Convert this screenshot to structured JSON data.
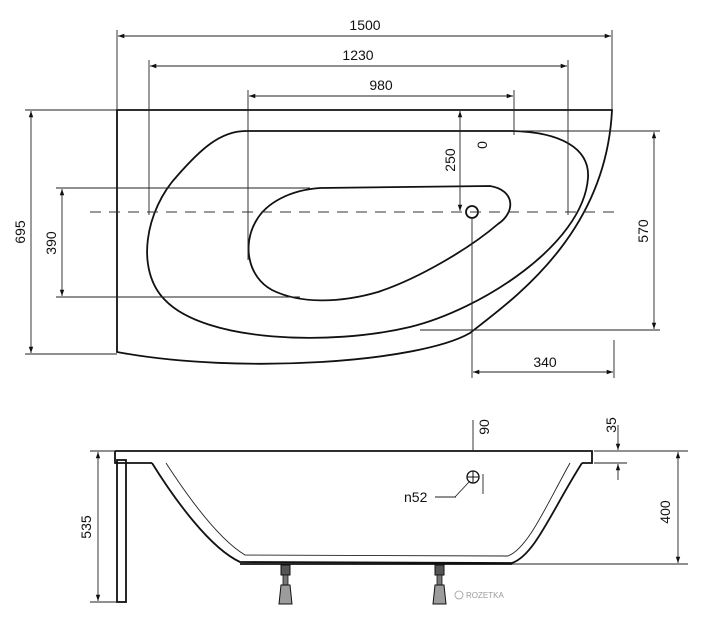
{
  "top_view": {
    "dim_1500": "1500",
    "dim_1230": "1230",
    "dim_980": "980",
    "dim_250": "250",
    "dim_0": "0",
    "dim_695": "695",
    "dim_390": "390",
    "dim_570": "570",
    "dim_340": "340"
  },
  "side_view": {
    "dim_90": "90",
    "dim_35": "35",
    "dim_535": "535",
    "dim_400": "400",
    "drain_label": "n52"
  },
  "watermark": "ROZETKA"
}
